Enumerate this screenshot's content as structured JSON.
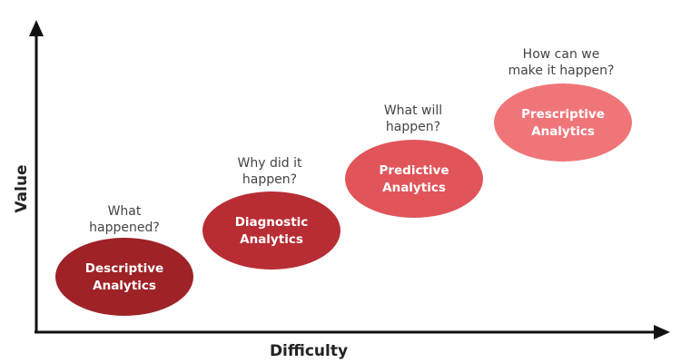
{
  "axes": {
    "x_label": "Difficulty",
    "y_label": "Value"
  },
  "stages": [
    {
      "name_line1": "Descriptive",
      "name_line2": "Analytics",
      "question_line1": "What",
      "question_line2": "happened?",
      "color": "#9e2226"
    },
    {
      "name_line1": "Diagnostic",
      "name_line2": "Analytics",
      "question_line1": "Why did it",
      "question_line2": "happen?",
      "color": "#b82d33"
    },
    {
      "name_line1": "Predictive",
      "name_line2": "Analytics",
      "question_line1": "What will",
      "question_line2": "happen?",
      "color": "#e15459"
    },
    {
      "name_line1": "Prescriptive",
      "name_line2": "Analytics",
      "question_line1": "How can we",
      "question_line2": "make it happen?",
      "color": "#f07579"
    }
  ]
}
